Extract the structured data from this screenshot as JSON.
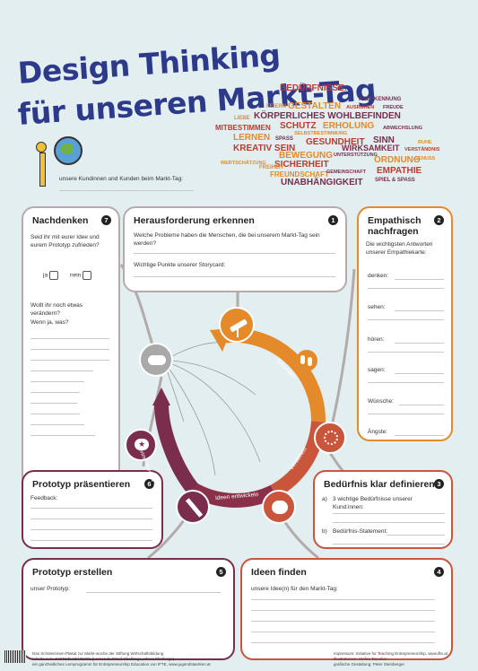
{
  "title": {
    "line1": "Design Thinking",
    "line2": "für unseren Markt-Tag"
  },
  "customers_label": "unsere Kundinnen und Kunden beim Markt-Tag:",
  "word_cloud": {
    "heading": "BEDÜRFNISSE:",
    "words": [
      "ANERKENNUNG",
      "FEIERN",
      "GESTALTEN",
      "AUSRUHEN",
      "FREUDE",
      "LIEBE",
      "KÖRPERLICHES WOHLBEFINDEN",
      "MITBESTIMMEN",
      "SCHUTZ",
      "ERHOLUNG",
      "ABWECHSLUNG",
      "LERNEN",
      "SPASS",
      "SELBSTBESTIMMUNG",
      "GESUNDHEIT",
      "SINN",
      "KREATIV SEIN",
      "WIRKSAMKEIT",
      "RUHE",
      "VERSTÄNDNIS",
      "BEWEGUNG",
      "UNTERSTÜTZUNG",
      "ORDNUNG",
      "WERTSCHÄTZUNG",
      "SICHERHEIT",
      "GENUSS",
      "FREIHEIT",
      "FREUNDSCHAFT",
      "GEMEINSCHAFT",
      "EMPATHIE",
      "UNABHÄNGIGKEIT",
      "SPIEL & SPASS"
    ]
  },
  "colors": {
    "blue": "#2d3a8c",
    "orange": "#e48a2a",
    "red": "#c0392b",
    "plum": "#7a2d4c",
    "gray": "#a9a9a9"
  },
  "cards": {
    "c7": {
      "title": "Nachdenken",
      "num": "7",
      "q1": "Seid ihr mit eurer Idee und eurem Prototyp zufrieden?",
      "yes": "ja",
      "no": "nein",
      "q2": "Wollt ihr noch etwas verändern?",
      "q3": "Wenn ja, was?"
    },
    "c1": {
      "title": "Herausforderung erkennen",
      "num": "1",
      "q1": "Welche Probleme haben die Menschen, die bei unserem Markt-Tag sein werden?",
      "q2": "Wichtige Punkte unserer Storycard:"
    },
    "c2": {
      "title": "Empathisch nachfragen",
      "num": "2",
      "intro": "Die wichtigsten Antworten unserer Empathiekarte:",
      "fields": [
        "denken:",
        "sehen:",
        "hören:",
        "sagen:",
        "Wünsche:",
        "Ängste:"
      ]
    },
    "c6": {
      "title": "Prototyp präsentieren",
      "num": "6",
      "label": "Feedback:"
    },
    "c3": {
      "title": "Bedürfnis klar definieren",
      "num": "3",
      "a": "a)",
      "a_text": "3 wichtige Bedürfnisse unserer Kund:innen:",
      "b": "b)",
      "b_text": "Bedürfnis-Statement:"
    },
    "c5": {
      "title": "Prototyp erstellen",
      "num": "5",
      "label": "unser Prototyp:"
    },
    "c4": {
      "title": "Ideen finden",
      "num": "4",
      "label": "unsere Idee(n) für den Markt-Tag:"
    }
  },
  "cycle": {
    "erkunden": "Erkunden",
    "verstehen": "Verstehen",
    "ideen": "Ideen entwickeln",
    "experiment": "Experimentieren & Testen"
  },
  "footer": {
    "left1": "Das Schülerinnen-Plakat zur Markt-woche der Stiftung Wirtschaftsbildung",
    "left2": "Inhalte aus: JUGEND STÄRKEN (Lernende Stand Challenge, Ideas Challenge)",
    "left3": "ein ganzheitliches Lernprogramm für Entrepreneurship Education von IFTE, www.jugendstaerken.at",
    "right1": "Impressum: Initiative for Teaching Entrepreneurship, www.ifte.at",
    "right2": "Illustrationen: Stefan Tervelier",
    "right3": "grafische Gestaltung: Peter Steinberger"
  }
}
